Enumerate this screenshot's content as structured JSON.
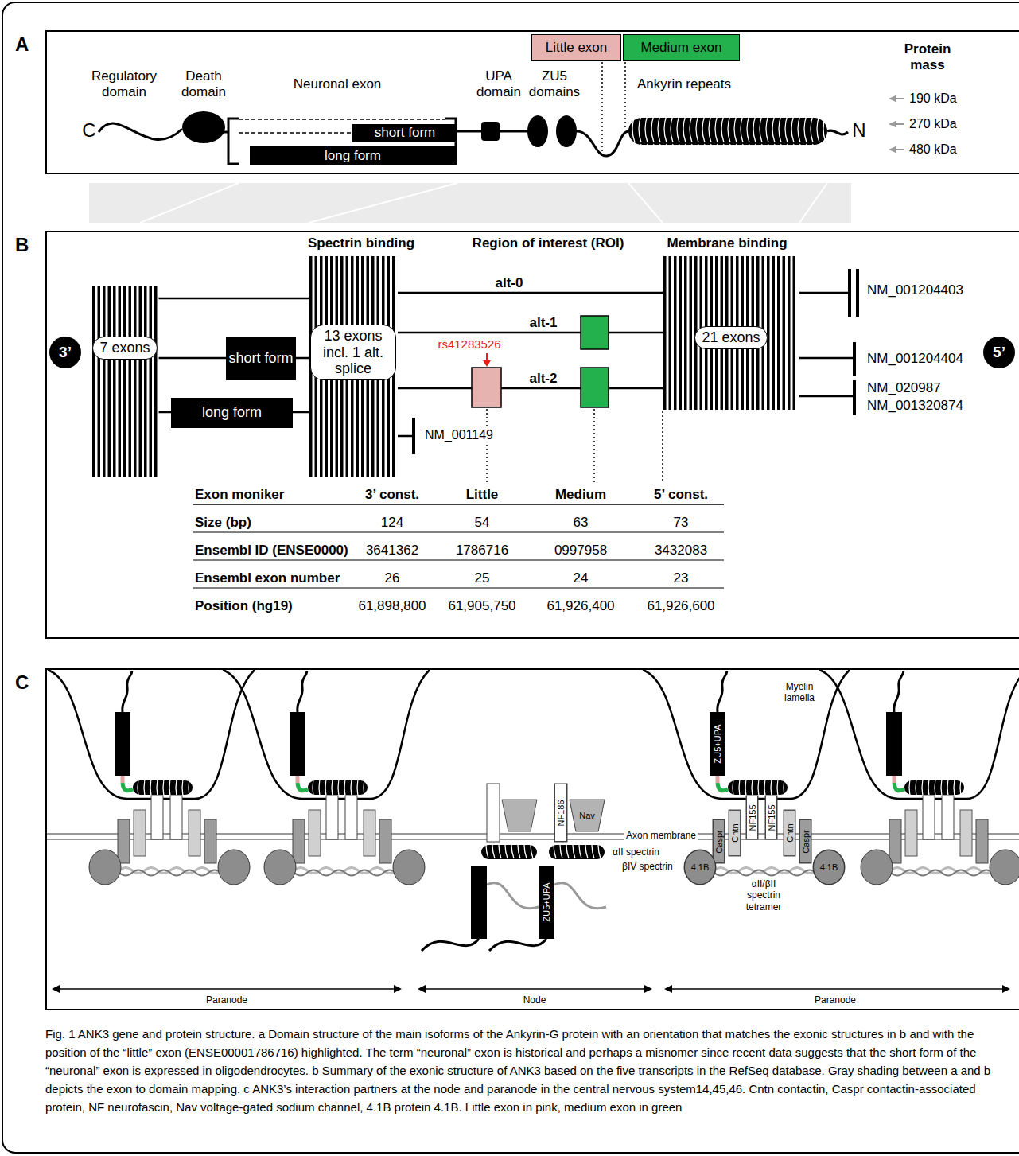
{
  "diagram": {
    "caption": "Fig. 1 ANK3 gene and protein structure. a Domain structure of the main isoforms of the Ankyrin-G protein with an orientation that matches the exonic structures in b and with the position of the “little” exon (ENSE00001786716) highlighted. The term “neuronal” exon is historical and perhaps a misnomer since recent data suggests that the short form of the “neuronal” exon is expressed in oligodendrocytes. b Summary of the exonic structure of ANK3 based on the five transcripts in the RefSeq database. Gray shading between a and b depicts the exon to domain mapping. c ANK3’s interaction partners at the node and paranode in the central nervous system14,45,46. Cntn contactin, Caspr contactin-associated protein, NF neurofascin, Nav voltage-gated sodium channel, 4.1B protein 4.1B. Little exon in pink, medium exon in green",
    "nodes": [
      {
        "text": [
          "A"
        ]
      },
      {
        "text": [
          "Little exon"
        ],
        "in": 0
      },
      {
        "text": [
          "Medium exon"
        ],
        "in": 0
      },
      {
        "text": [
          "short form"
        ],
        "in": 0
      },
      {
        "text": [
          "long form"
        ],
        "in": 0
      },
      {
        "text": [
          "B"
        ]
      },
      {
        "text": [
          "3’"
        ],
        "in": 5
      },
      {
        "text": [
          "7 exons"
        ],
        "in": 5
      },
      {
        "text": [
          "short form"
        ],
        "in": 5
      },
      {
        "text": [
          "long form"
        ],
        "in": 5
      },
      {
        "text": [
          "13 exons incl. 1 alt. splice"
        ],
        "in": 5
      },
      {
        "text": [
          "21 exons"
        ],
        "in": 5
      },
      {
        "text": [
          "5’"
        ],
        "in": 5
      },
      {
        "text": [
          "C"
        ]
      },
      {
        "text": [
          "ZU5+UPA"
        ],
        "in": 13
      },
      {
        "text": [
          "NF186"
        ],
        "in": 13
      },
      {
        "text": [
          "Nav"
        ],
        "in": 13
      },
      {
        "text": [
          "ZU5+UPA"
        ],
        "in": 13
      },
      {
        "text": [
          "NF155"
        ],
        "in": 13
      },
      {
        "text": [
          "NF155"
        ],
        "in": 13
      },
      {
        "text": [
          "Cntn"
        ],
        "in": 13
      },
      {
        "text": [
          "Cntn"
        ],
        "in": 13
      },
      {
        "text": [
          "Caspr"
        ],
        "in": 13
      },
      {
        "text": [
          "Caspr"
        ],
        "in": 13
      },
      {
        "text": [
          "4.1B"
        ],
        "in": 13
      },
      {
        "text": [
          "4.1B"
        ],
        "in": 13
      }
    ],
    "edges": [
      {
        "from": 7,
        "to": 10,
        "arrow": "none"
      },
      {
        "from": 7,
        "to": 8,
        "arrow": "none"
      },
      {
        "from": 8,
        "to": 10,
        "arrow": "none"
      },
      {
        "from": 7,
        "to": 9,
        "arrow": "none"
      },
      {
        "from": 9,
        "to": 10,
        "arrow": "none"
      },
      {
        "from": 10,
        "to": 11,
        "arrow": "none",
        "label": "alt-0"
      },
      {
        "from": 10,
        "to": 11,
        "arrow": "none",
        "label": "alt-1"
      },
      {
        "from": 10,
        "to": 11,
        "arrow": "none",
        "label": "alt-2"
      }
    ],
    "labels": [
      "Regulatory domain",
      "Death domain",
      "Neuronal exon",
      "UPA domain",
      "ZU5 domains",
      "Ankyrin repeats",
      "Protein mass",
      "190 kDa",
      "270 kDa",
      "480 kDa",
      "C",
      "N",
      "Spectrin binding",
      "Region of interest (ROI)",
      "Membrane binding",
      "rs41283526",
      "NM_001149",
      "NM_001204403",
      "NM_001204404",
      "NM_020987",
      "NM_001320874",
      "Exon moniker",
      "3’ const.",
      "Little",
      "Medium",
      "5’ const.",
      "Size (bp)",
      "124",
      "54",
      "63",
      "73",
      "Ensembl ID (ENSE0000)",
      "3641362",
      "1786716",
      "0997958",
      "3432083",
      "Ensembl exon number",
      "26",
      "25",
      "24",
      "23",
      "Position (hg19)",
      "61,898,800",
      "61,905,750",
      "61,926,400",
      "61,926,600",
      "Myelin lamella",
      "Axon membrane",
      "αII spectrin",
      "βIV spectrin",
      "αII/βII spectrin tetramer",
      "Paranode",
      "Node",
      "Paranode"
    ]
  }
}
